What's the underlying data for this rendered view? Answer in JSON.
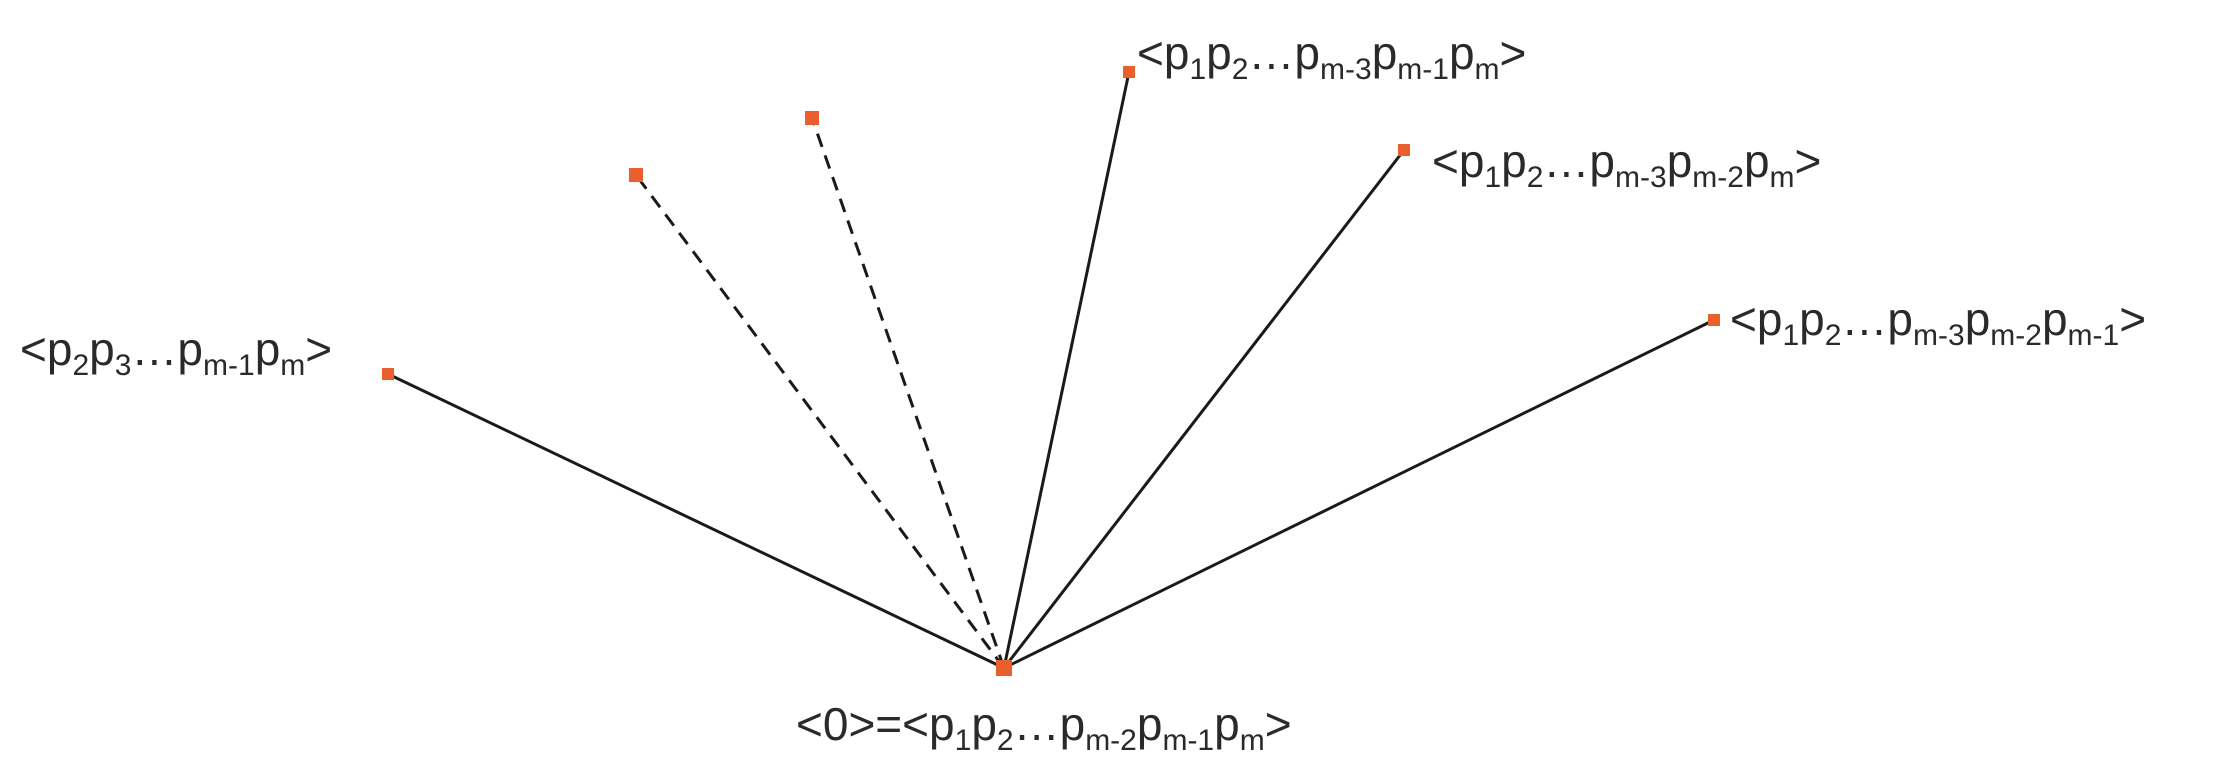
{
  "colors": {
    "node": "#ea5f2e",
    "edge": "#1a1a1a"
  },
  "root": {
    "parts": [
      {
        "t": "<0>=<p"
      },
      {
        "s": "1"
      },
      {
        "t": "p"
      },
      {
        "s": "2"
      },
      {
        "t": "…p"
      },
      {
        "s": "m-2"
      },
      {
        "t": "p"
      },
      {
        "s": "m-1"
      },
      {
        "t": "p"
      },
      {
        "s": "m"
      },
      {
        "t": ">"
      }
    ]
  },
  "nodes": [
    {
      "id": "n-left",
      "edge": "solid",
      "parts": [
        {
          "t": "<p"
        },
        {
          "s": "2"
        },
        {
          "t": "p"
        },
        {
          "s": "3"
        },
        {
          "t": "…p"
        },
        {
          "s": "m-1"
        },
        {
          "t": "p"
        },
        {
          "s": "m"
        },
        {
          "t": ">"
        }
      ]
    },
    {
      "id": "n-dash-1",
      "edge": "dashed",
      "parts": []
    },
    {
      "id": "n-dash-2",
      "edge": "dashed",
      "parts": []
    },
    {
      "id": "n-top",
      "edge": "solid",
      "parts": [
        {
          "t": "<p"
        },
        {
          "s": "1"
        },
        {
          "t": "p"
        },
        {
          "s": "2"
        },
        {
          "t": "…p"
        },
        {
          "s": "m-3"
        },
        {
          "t": "p"
        },
        {
          "s": "m-1"
        },
        {
          "t": "p"
        },
        {
          "s": "m"
        },
        {
          "t": ">"
        }
      ]
    },
    {
      "id": "n-upper-right",
      "edge": "solid",
      "parts": [
        {
          "t": "<p"
        },
        {
          "s": "1"
        },
        {
          "t": "p"
        },
        {
          "s": "2"
        },
        {
          "t": "…p"
        },
        {
          "s": "m-3"
        },
        {
          "t": "p"
        },
        {
          "s": "m-2"
        },
        {
          "t": "p"
        },
        {
          "s": "m"
        },
        {
          "t": ">"
        }
      ]
    },
    {
      "id": "n-right",
      "edge": "solid",
      "parts": [
        {
          "t": "<p"
        },
        {
          "s": "1"
        },
        {
          "t": "p"
        },
        {
          "s": "2"
        },
        {
          "t": "…p"
        },
        {
          "s": "m-3"
        },
        {
          "t": "p"
        },
        {
          "s": "m-2"
        },
        {
          "t": "p"
        },
        {
          "s": "m-1"
        },
        {
          "t": ">"
        }
      ]
    }
  ]
}
